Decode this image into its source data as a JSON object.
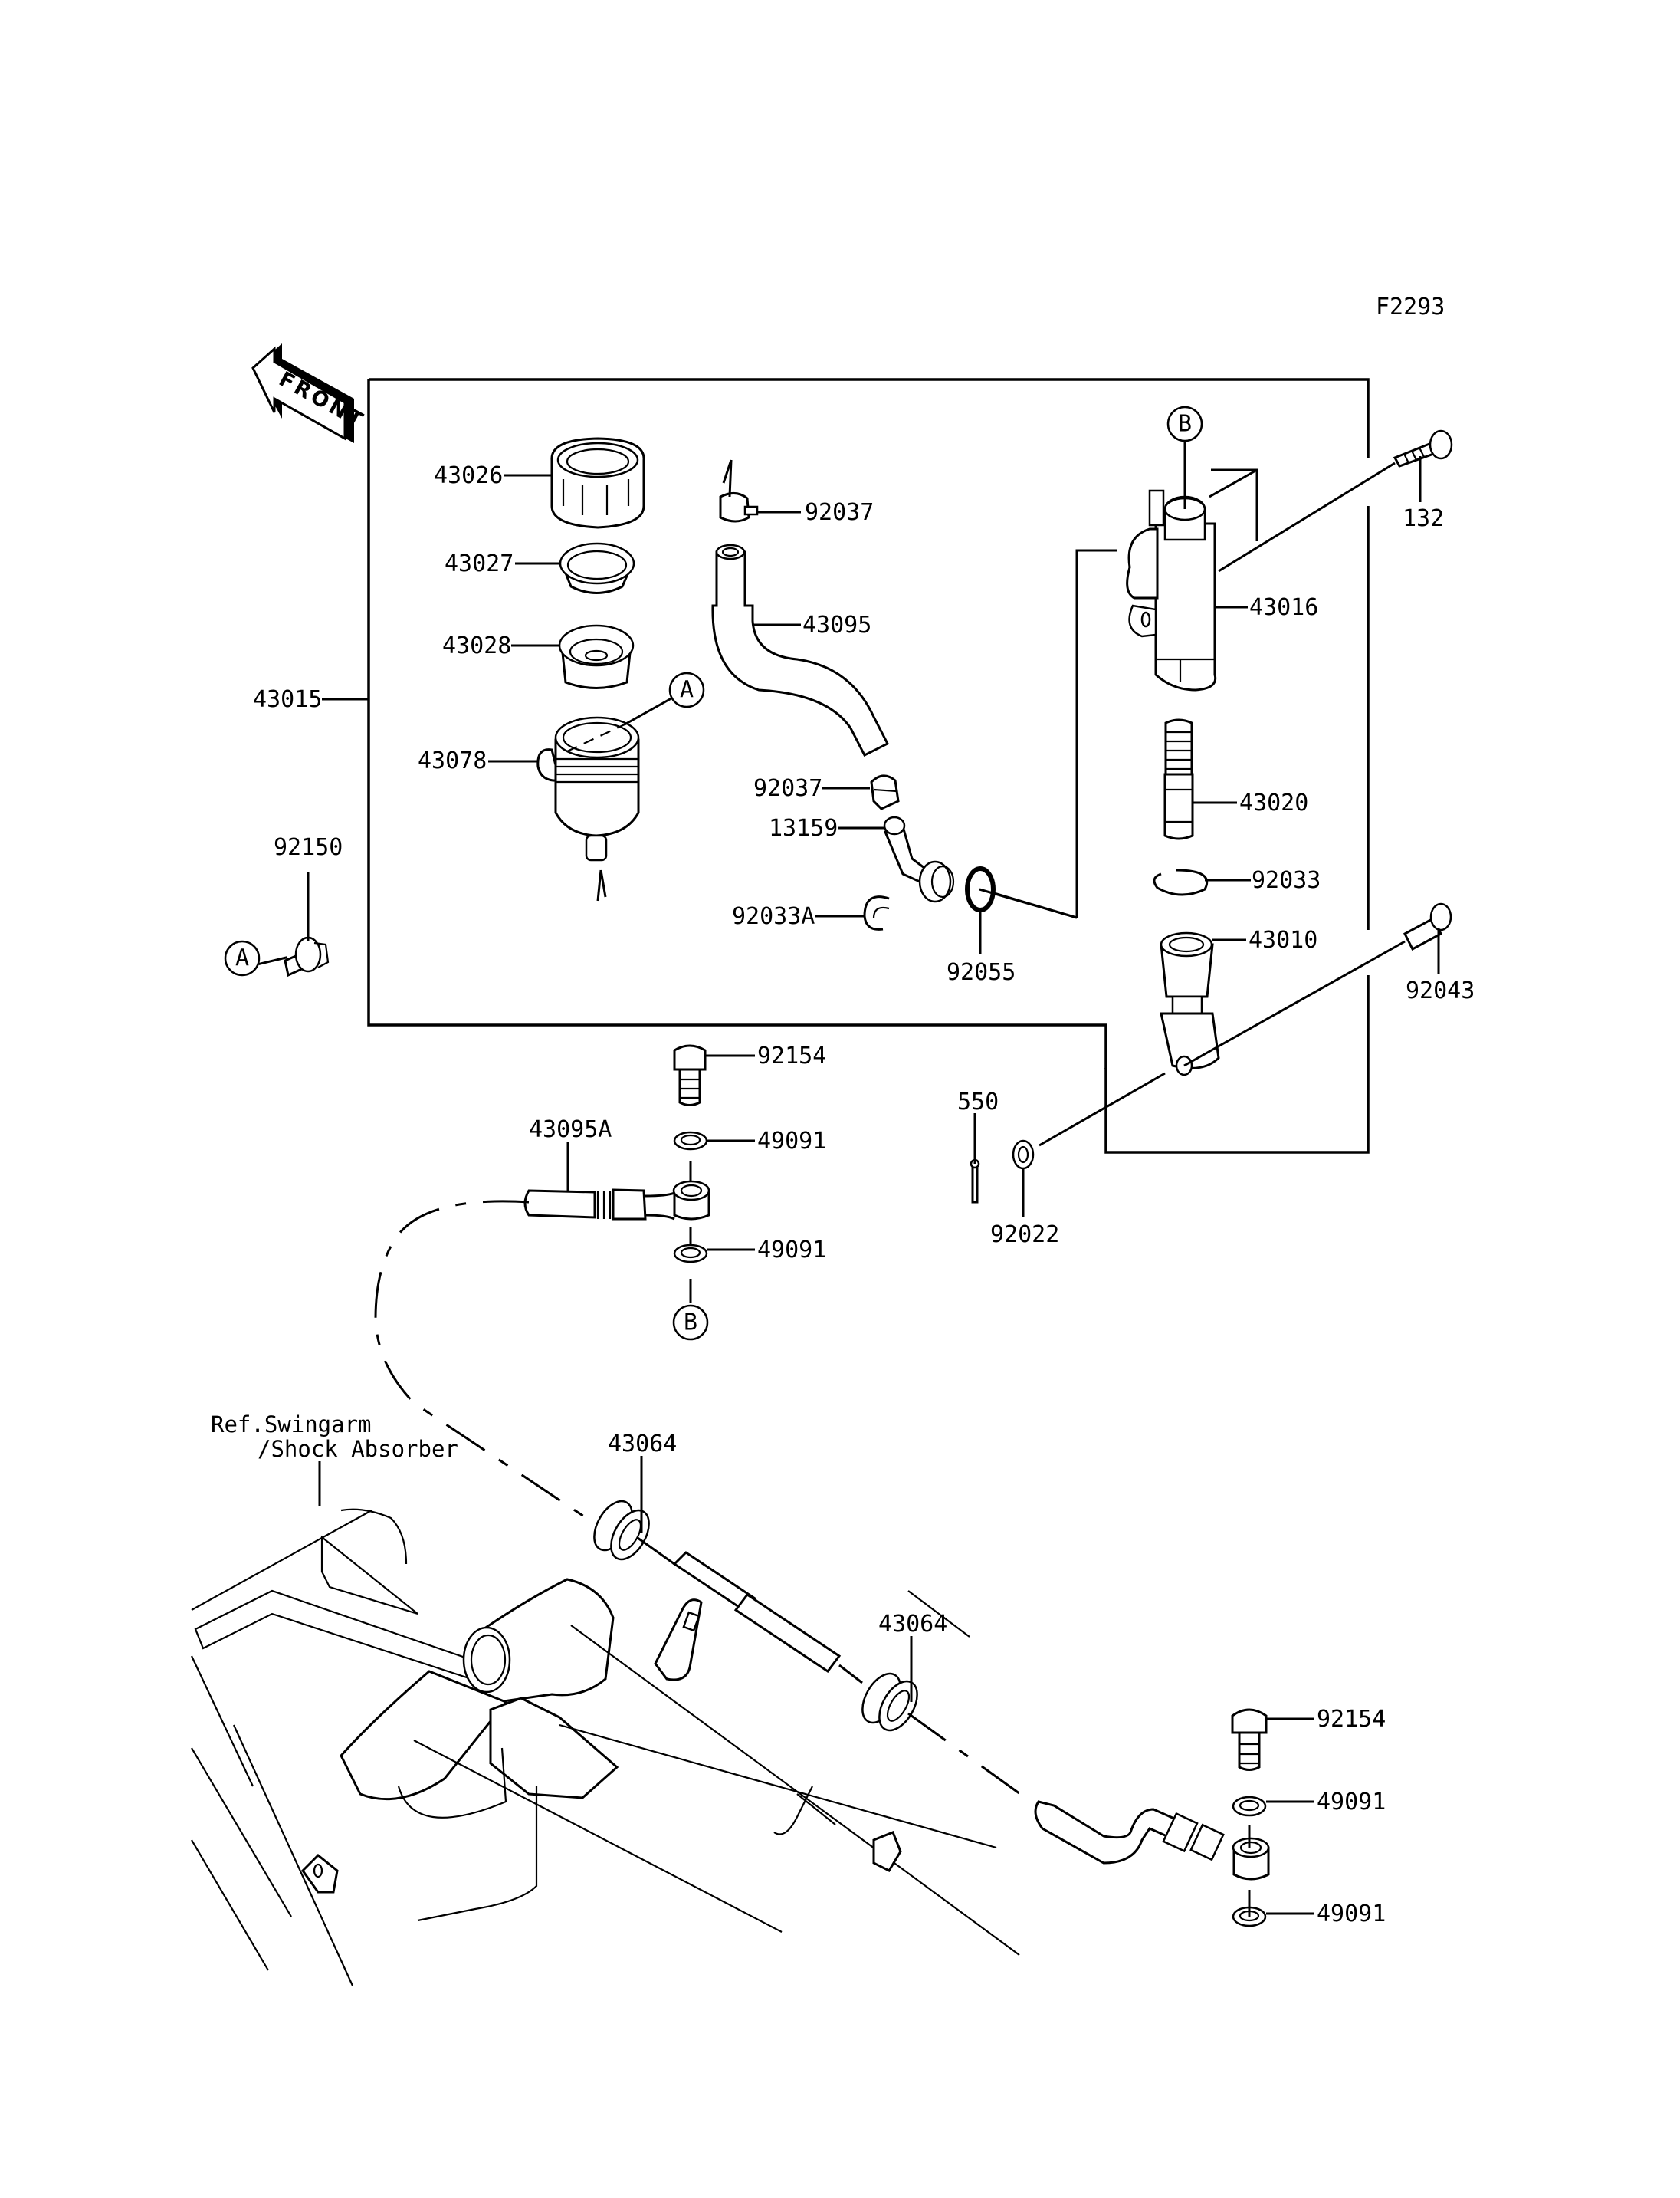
{
  "figure_id": "F2293",
  "direction_indicator": "FRONT",
  "reference_note": {
    "line1": "Ref.Swingarm",
    "line2": "/Shock Absorber"
  },
  "callouts": {
    "a_upper": "A",
    "a_lower": "A",
    "b_upper": "B",
    "b_lower": "B"
  },
  "parts": [
    {
      "id": "p43026",
      "number": "43026",
      "description": "reservoir cap"
    },
    {
      "id": "p43027",
      "number": "43027",
      "description": "diaphragm plate"
    },
    {
      "id": "p43028",
      "number": "43028",
      "description": "diaphragm"
    },
    {
      "id": "p43078",
      "number": "43078",
      "description": "reservoir tank"
    },
    {
      "id": "p43015",
      "number": "43015",
      "description": "master cylinder assembly"
    },
    {
      "id": "p92150",
      "number": "92150",
      "description": "bolt"
    },
    {
      "id": "p92037a",
      "number": "92037",
      "description": "hose clamp (upper)"
    },
    {
      "id": "p43095",
      "number": "43095",
      "description": "reservoir hose"
    },
    {
      "id": "p92037b",
      "number": "92037",
      "description": "hose clamp (lower)"
    },
    {
      "id": "p13159",
      "number": "13159",
      "description": "hose fitting"
    },
    {
      "id": "p92033a",
      "number": "92033A",
      "description": "circlip"
    },
    {
      "id": "p92055",
      "number": "92055",
      "description": "o-ring"
    },
    {
      "id": "p43016",
      "number": "43016",
      "description": "cylinder body"
    },
    {
      "id": "p132",
      "number": "132",
      "description": "bolt"
    },
    {
      "id": "p43020",
      "number": "43020",
      "description": "piston set"
    },
    {
      "id": "p92033",
      "number": "92033",
      "description": "circlip"
    },
    {
      "id": "p43010",
      "number": "43010",
      "description": "push rod"
    },
    {
      "id": "p92043",
      "number": "92043",
      "description": "pin"
    },
    {
      "id": "p550",
      "number": "550",
      "description": "cotter pin"
    },
    {
      "id": "p92022",
      "number": "92022",
      "description": "washer"
    },
    {
      "id": "p92154a",
      "number": "92154",
      "description": "banjo bolt (upper)"
    },
    {
      "id": "p49091a",
      "number": "49091",
      "description": "gasket (upper, 1)"
    },
    {
      "id": "p43095a",
      "number": "43095A",
      "description": "brake hose"
    },
    {
      "id": "p49091b",
      "number": "49091",
      "description": "gasket (upper, 2)"
    },
    {
      "id": "p43064a",
      "number": "43064",
      "description": "grommet (1)"
    },
    {
      "id": "p43064b",
      "number": "43064",
      "description": "grommet (2)"
    },
    {
      "id": "p92154b",
      "number": "92154",
      "description": "banjo bolt (lower)"
    },
    {
      "id": "p49091c",
      "number": "49091",
      "description": "gasket (lower, 1)"
    },
    {
      "id": "p49091d",
      "number": "49091",
      "description": "gasket (lower, 2)"
    }
  ]
}
